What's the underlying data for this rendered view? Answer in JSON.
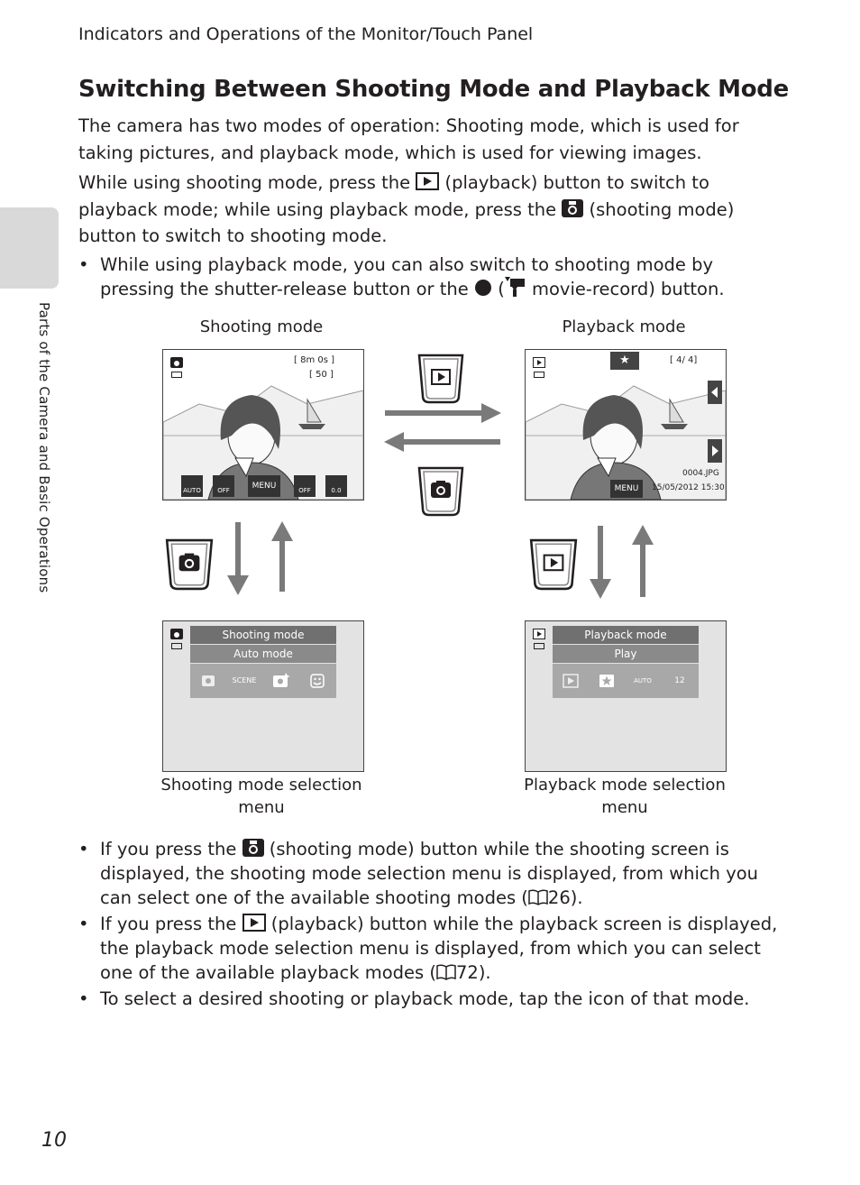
{
  "running_head": "Indicators and Operations of the Monitor/Touch Panel",
  "title": "Switching Between Shooting Mode and Playback Mode",
  "intro": {
    "p1": "The camera has two modes of operation: Shooting mode, which is used for taking pictures, and playback mode, which is used for viewing images.",
    "p2_a": "While using shooting mode, press the",
    "p2_b": "(playback) button to switch to playback mode; while using playback mode, press the",
    "p2_c": "(shooting mode) button to switch to shooting mode.",
    "bullet_a": "While using playback mode, you can also switch to shooting mode by pressing the shutter-release button or the",
    "bullet_b": "(",
    "bullet_c": "movie-record) button."
  },
  "diagram": {
    "label_shooting": "Shooting mode",
    "label_playback": "Playback mode",
    "caption_shooting_menu": "Shooting mode selection menu",
    "caption_playback_menu": "Playback mode selection menu",
    "shoot_screen": {
      "counter1": "[ 8m 0s ]",
      "counter2": "[ 50 ]",
      "btn_auto": "AUTO",
      "btn_off1": "OFF",
      "btn_menu": "MENU",
      "btn_off2": "OFF",
      "btn_ev": "0.0"
    },
    "play_screen": {
      "frame": "[ 4/ 4]",
      "file": "0004.JPG",
      "date": "15/05/2012 15:30",
      "btn_menu": "MENU"
    },
    "shoot_menu": {
      "header": "Shooting mode",
      "sub": "Auto mode",
      "icons": [
        "camera-icon",
        "scene-icon",
        "smart-portrait-icon",
        "smile-icon"
      ],
      "scene_text": "SCENE"
    },
    "play_menu": {
      "header": "Playback mode",
      "sub": "Play",
      "icons": [
        "play-icon",
        "favorites-icon",
        "auto-sort-icon",
        "list-by-date-icon"
      ],
      "auto_text": "AUTO",
      "date_text": "12"
    }
  },
  "bullets": {
    "b1_a": "If you press the",
    "b1_b": "(shooting mode) button while the shooting screen is displayed, the shooting mode selection menu is displayed, from which you can select one of the available shooting modes (",
    "b1_c": "26).",
    "b2_a": "If you press the",
    "b2_b": "(playback) button while the playback screen is displayed, the playback mode selection menu is displayed, from which you can select one of the available playback modes (",
    "b2_c": "72).",
    "b3": "To select a desired shooting or playback mode, tap the icon of that mode."
  },
  "side_label": "Parts of the Camera and Basic Operations",
  "page_number": "10"
}
